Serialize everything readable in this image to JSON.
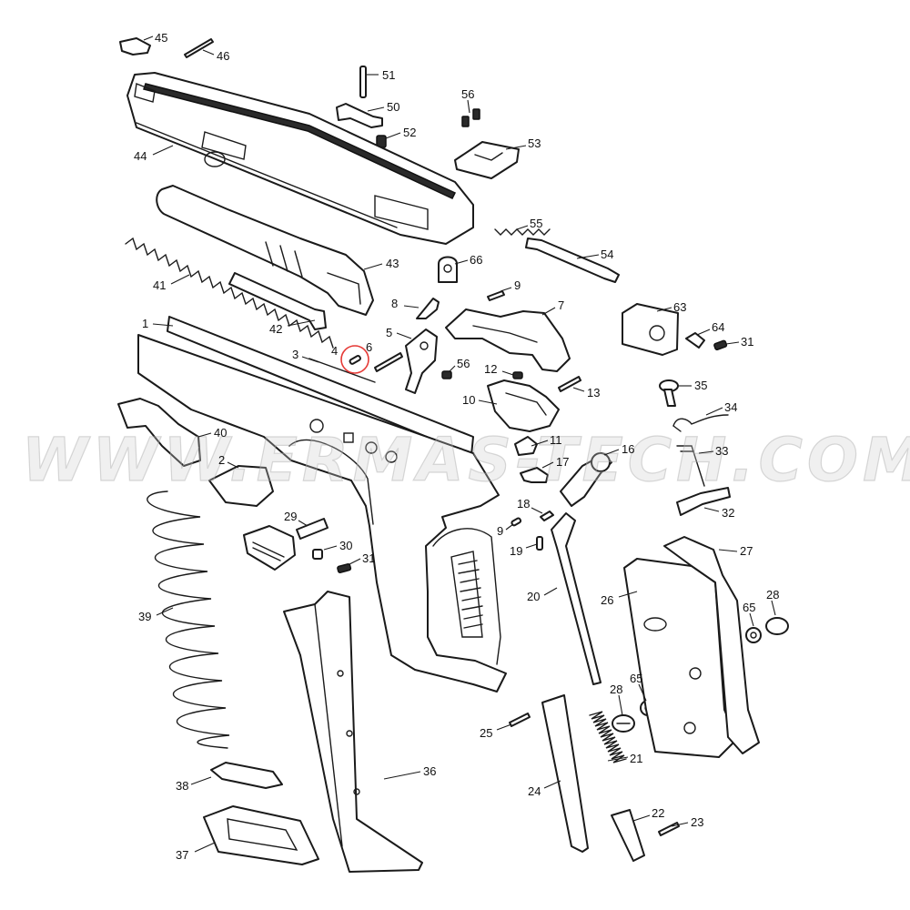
{
  "watermark": "WWW.ERMAS-TECH.COM",
  "highlight_color": "#e53935",
  "highlighted_part": "4",
  "parts": [
    {
      "id": "p45",
      "label": "45"
    },
    {
      "id": "p46",
      "label": "46"
    },
    {
      "id": "p51",
      "label": "51"
    },
    {
      "id": "p56a",
      "label": "56"
    },
    {
      "id": "p50",
      "label": "50"
    },
    {
      "id": "p52",
      "label": "52"
    },
    {
      "id": "p44",
      "label": "44"
    },
    {
      "id": "p53",
      "label": "53"
    },
    {
      "id": "p55",
      "label": "55"
    },
    {
      "id": "p54",
      "label": "54"
    },
    {
      "id": "p66",
      "label": "66"
    },
    {
      "id": "p43",
      "label": "43"
    },
    {
      "id": "p41",
      "label": "41"
    },
    {
      "id": "p9a",
      "label": "9"
    },
    {
      "id": "p7",
      "label": "7"
    },
    {
      "id": "p8",
      "label": "8"
    },
    {
      "id": "p63",
      "label": "63"
    },
    {
      "id": "p42",
      "label": "42"
    },
    {
      "id": "p1",
      "label": "1"
    },
    {
      "id": "p5",
      "label": "5"
    },
    {
      "id": "p64",
      "label": "64"
    },
    {
      "id": "p31a",
      "label": "31"
    },
    {
      "id": "p3",
      "label": "3"
    },
    {
      "id": "p4",
      "label": "4"
    },
    {
      "id": "p6",
      "label": "6"
    },
    {
      "id": "p56b",
      "label": "56"
    },
    {
      "id": "p12",
      "label": "12"
    },
    {
      "id": "p13",
      "label": "13"
    },
    {
      "id": "p35",
      "label": "35"
    },
    {
      "id": "p10",
      "label": "10"
    },
    {
      "id": "p34",
      "label": "34"
    },
    {
      "id": "p40",
      "label": "40"
    },
    {
      "id": "p11",
      "label": "11"
    },
    {
      "id": "p16",
      "label": "16"
    },
    {
      "id": "p33",
      "label": "33"
    },
    {
      "id": "p2",
      "label": "2"
    },
    {
      "id": "p17",
      "label": "17"
    },
    {
      "id": "p18",
      "label": "18"
    },
    {
      "id": "p32",
      "label": "32"
    },
    {
      "id": "p29",
      "label": "29"
    },
    {
      "id": "p9b",
      "label": "9"
    },
    {
      "id": "p30",
      "label": "30"
    },
    {
      "id": "p19",
      "label": "19"
    },
    {
      "id": "p31b",
      "label": "31"
    },
    {
      "id": "p27",
      "label": "27"
    },
    {
      "id": "p20",
      "label": "20"
    },
    {
      "id": "p26",
      "label": "26"
    },
    {
      "id": "p28a",
      "label": "28"
    },
    {
      "id": "p39",
      "label": "39"
    },
    {
      "id": "p65a",
      "label": "65"
    },
    {
      "id": "p28b",
      "label": "28"
    },
    {
      "id": "p65b",
      "label": "65"
    },
    {
      "id": "p25",
      "label": "25"
    },
    {
      "id": "p21",
      "label": "21"
    },
    {
      "id": "p36",
      "label": "36"
    },
    {
      "id": "p38",
      "label": "38"
    },
    {
      "id": "p24",
      "label": "24"
    },
    {
      "id": "p22",
      "label": "22"
    },
    {
      "id": "p23",
      "label": "23"
    },
    {
      "id": "p37",
      "label": "37"
    }
  ]
}
